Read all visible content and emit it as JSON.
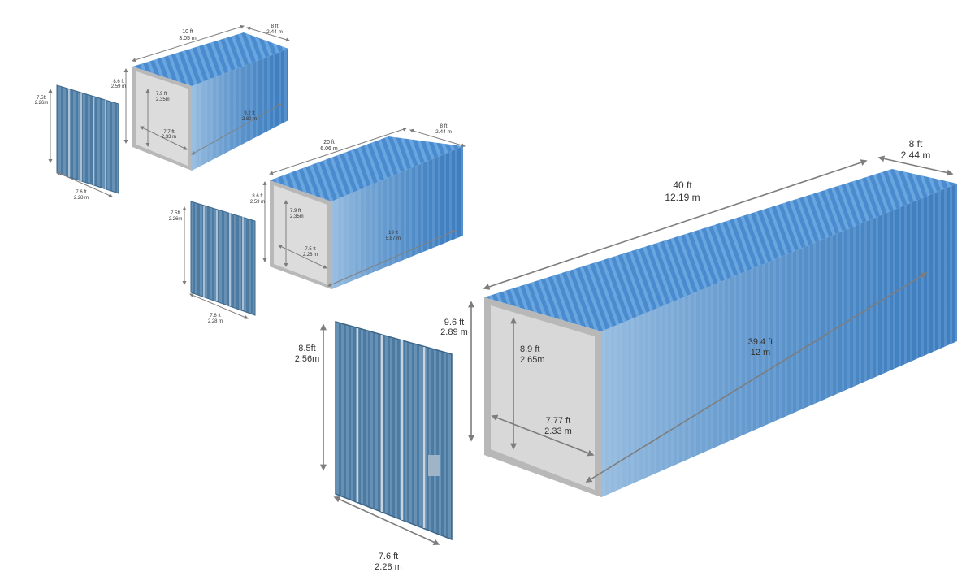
{
  "colors": {
    "container_blue": "#3f7fc0",
    "container_blue_dark": "#2c5f98",
    "container_roof": "#5a9bd8",
    "interior_grey": "#d4d4d4",
    "frame_grey": "#b8b8b8",
    "door_blue": "#4f7fa8",
    "dimension_line": "#7d7d7d"
  },
  "containers": {
    "ten_ft": {
      "length_ft": "10 ft",
      "length_m": "3.05 m",
      "width_ft": "8 ft",
      "width_m": "2.44 m",
      "height_ft": "8.6 ft",
      "height_m": "2.59 m",
      "inner_height_ft": "7.9 ft",
      "inner_height_m": "2.35m",
      "inner_width_ft": "7.7 ft",
      "inner_width_m": "2.33 m",
      "inner_length_ft": "9.2 ft",
      "inner_length_m": "2.80 m",
      "door_height_ft": "7.5ft",
      "door_height_m": "2.26m",
      "door_width_ft": "7.6 ft",
      "door_width_m": "2.28 m"
    },
    "twenty_ft": {
      "length_ft": "20 ft",
      "length_m": "6.06 m",
      "width_ft": "8 ft",
      "width_m": "2.44 m",
      "height_ft": "8.6 ft",
      "height_m": "2.59 m",
      "inner_height_ft": "7.9 ft",
      "inner_height_m": "2.35m",
      "inner_width_ft": "7.5 ft",
      "inner_width_m": "2.28 m",
      "inner_length_ft": "19 ft",
      "inner_length_m": "5.87 m",
      "door_height_ft": "7.5ft",
      "door_height_m": "2.26m",
      "door_width_ft": "7.6 ft",
      "door_width_m": "2.28 m"
    },
    "forty_ft": {
      "length_ft": "40 ft",
      "length_m": "12.19 m",
      "width_ft": "8 ft",
      "width_m": "2.44 m",
      "height_ft": "9.6 ft",
      "height_m": "2.89 m",
      "inner_height_ft": "8.9 ft",
      "inner_height_m": "2.65m",
      "inner_width_ft": "7.77 ft",
      "inner_width_m": "2.33 m",
      "inner_length_ft": "39.4 ft",
      "inner_length_m": "12 m",
      "door_height_ft": "8.5ft",
      "door_height_m": "2.56m",
      "door_width_ft": "7.6 ft",
      "door_width_m": "2.28 m"
    }
  }
}
